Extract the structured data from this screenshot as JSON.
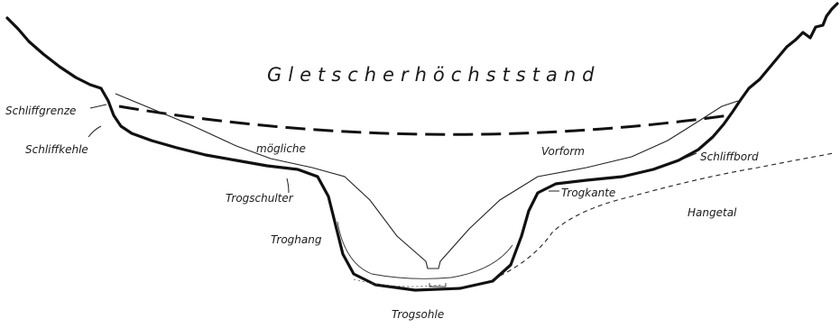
{
  "diagram": {
    "title": "Gletscherhöchststand",
    "labels": {
      "schliffgrenze": "Schliffgrenze",
      "schliffkehle": "Schliffkehle",
      "trogschulter": "Trogschulter",
      "troghang": "Troghang",
      "trogsohle": "Trogsohle",
      "moegliche": "mögliche",
      "vorform": "Vorform",
      "trogkante": "Trogkante",
      "schliffbord": "Schliffbord",
      "hangetal": "Hangetal"
    }
  }
}
